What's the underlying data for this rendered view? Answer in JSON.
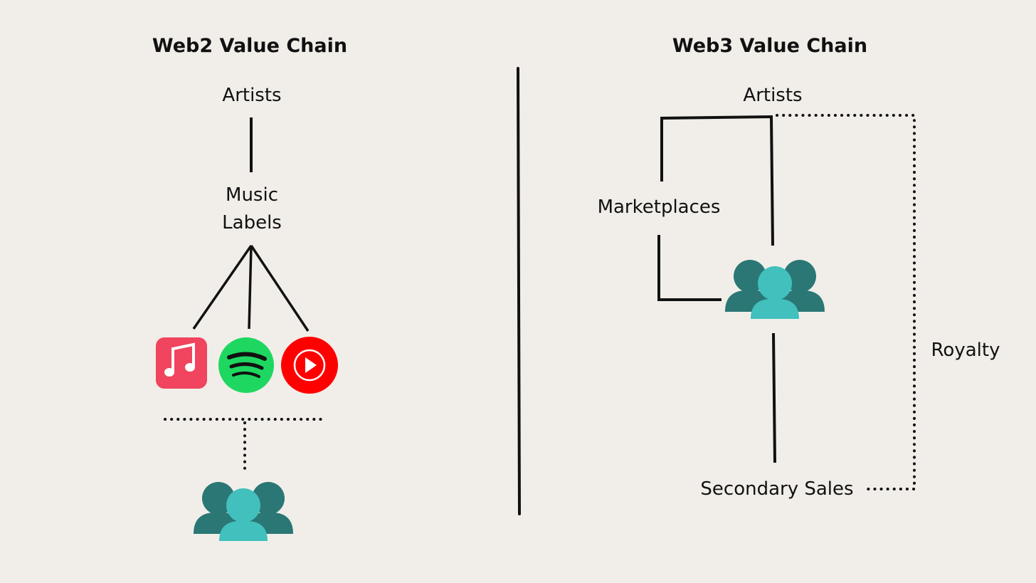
{
  "web2": {
    "title": "Web2 Value Chain",
    "artists": "Artists",
    "labels_line1": "Music",
    "labels_line2": "Labels",
    "platforms": [
      "apple-music-icon",
      "spotify-icon",
      "youtube-music-icon"
    ],
    "audience": "users-group-icon"
  },
  "web3": {
    "title": "Web3 Value Chain",
    "artists": "Artists",
    "marketplaces": "Marketplaces",
    "secondary_sales": "Secondary Sales",
    "royalty": "Royalty",
    "audience": "users-group-icon"
  },
  "colors": {
    "background": "#f1eee9",
    "line": "#111111",
    "apple_music": "#f0445f",
    "spotify": "#1ed760",
    "youtube_music": "#ff0000",
    "people_back": "#2a7775",
    "people_front": "#41c0bd"
  }
}
